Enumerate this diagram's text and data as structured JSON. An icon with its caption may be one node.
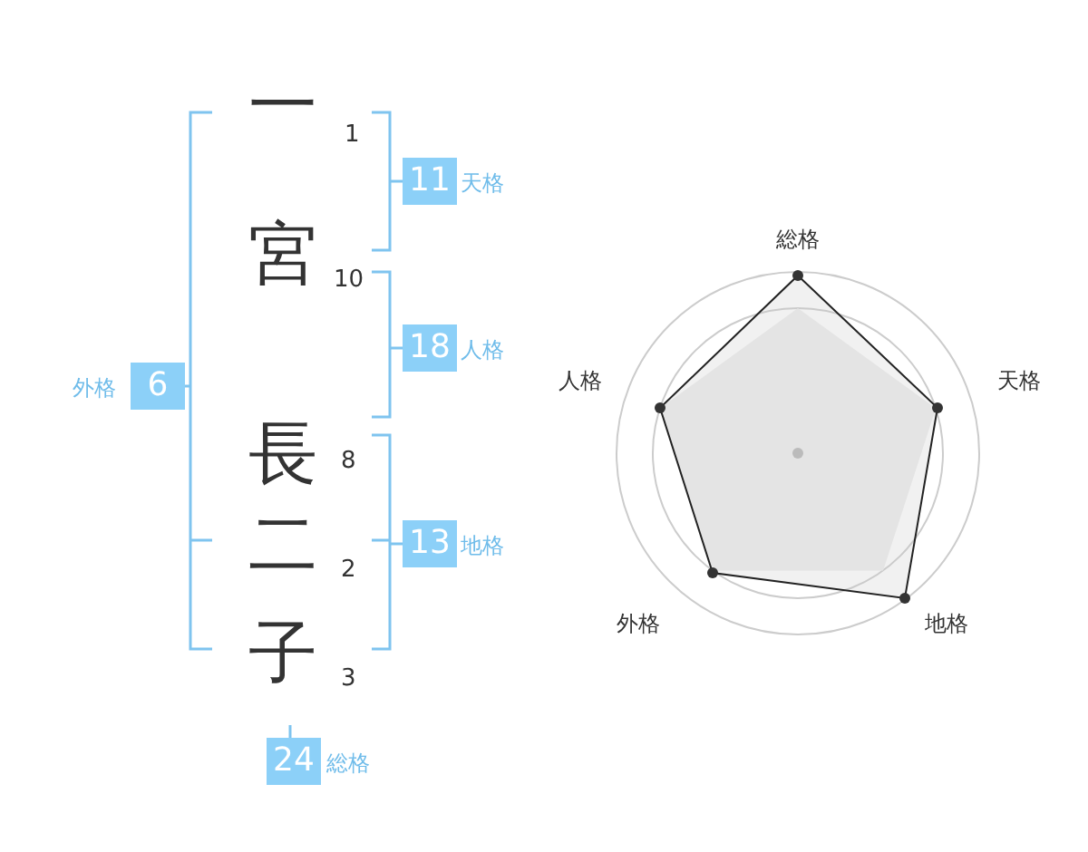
{
  "diagram": {
    "nodes": [
      {
        "text": [
          "11"
        ],
        "beside": [
          "天格"
        ]
      },
      {
        "text": [
          "18"
        ],
        "beside": [
          "人格"
        ]
      },
      {
        "text": [
          "6"
        ],
        "beside": [
          "外格"
        ]
      },
      {
        "text": [
          "13"
        ],
        "beside": [
          "地格"
        ]
      },
      {
        "text": [
          "24"
        ],
        "beside": [
          "総格"
        ]
      }
    ],
    "labels": [
      "一",
      "1",
      "宮",
      "10",
      "長",
      "8",
      "二",
      "2",
      "子",
      "3",
      "総格",
      "人格",
      "天格",
      "外格",
      "地格"
    ]
  }
}
